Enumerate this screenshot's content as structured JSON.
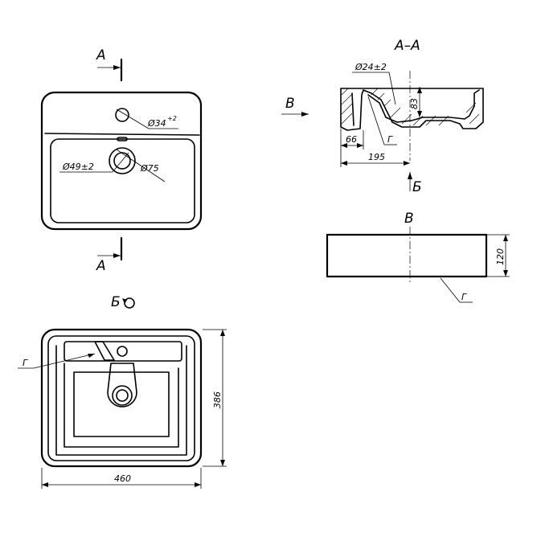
{
  "views": {
    "top": {
      "section_mark": "А",
      "tap_hole_dim": "Ø34",
      "tap_hole_tol": "+2",
      "drain_dim": "Ø49±2",
      "drain_outer_dim": "Ø75"
    },
    "section_aa": {
      "title": "А–А",
      "overflow_dim": "Ø24±2",
      "depth_dim": "83",
      "dim_66": "66",
      "dim_195": "195",
      "leader_g": "Г",
      "view_b_mark": "Б",
      "view_v_mark": "В"
    },
    "side_v": {
      "title": "В",
      "height_dim": "120",
      "leader_g": "Г"
    },
    "bottom_b": {
      "title": "Б",
      "leader_g": "Г",
      "width_dim": "460",
      "depth_dim": "386"
    }
  }
}
